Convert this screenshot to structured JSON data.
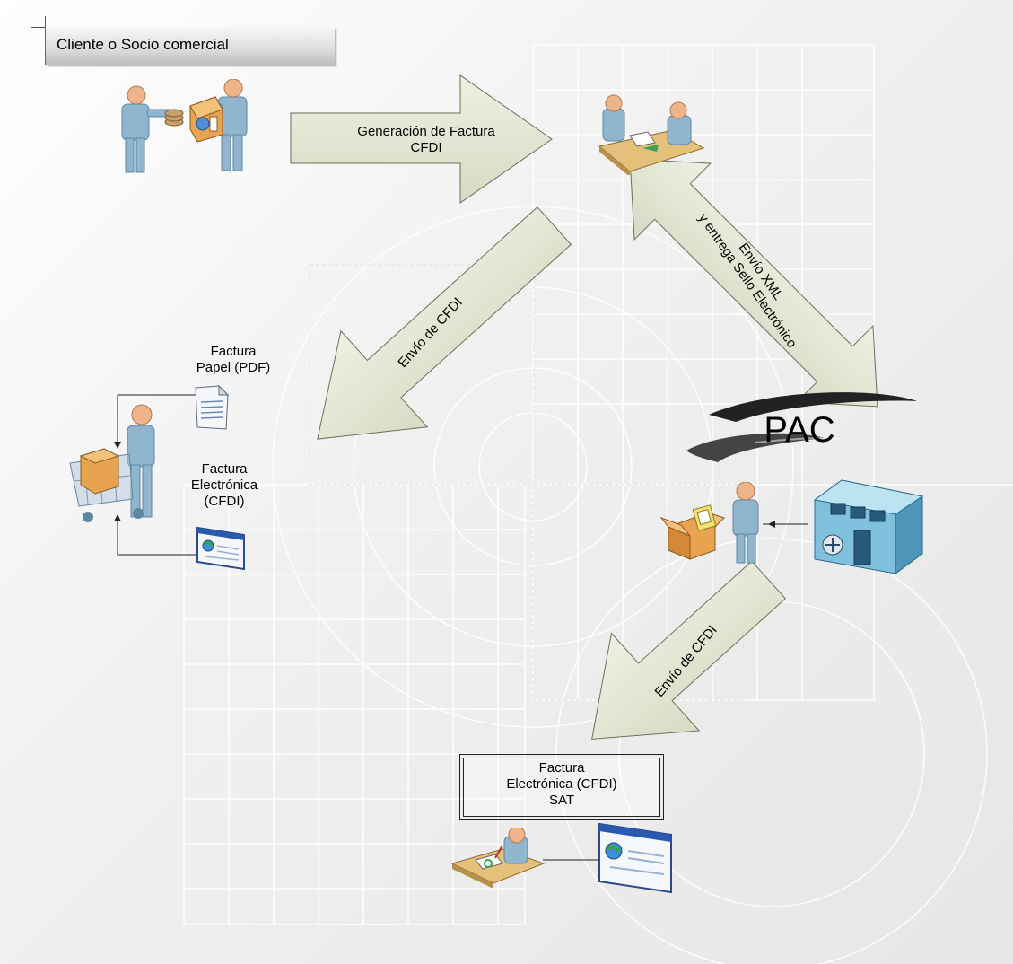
{
  "header": {
    "title": "Cliente o Socio comercial"
  },
  "arrows": {
    "generacion_line1": "Generación de Factura",
    "generacion_line2": "CFDI",
    "envio_cfdi_left": "Envío de CFDI",
    "envio_xml_line1": "Envío XML",
    "envio_xml_line2": "y entrega Sello Electrónico",
    "envio_cfdi_bottom": "Envío de CFDI"
  },
  "labels": {
    "factura_papel_line1": "Factura",
    "factura_papel_line2": "Papel (PDF)",
    "factura_elec_line1": "Factura",
    "factura_elec_line2": "Electrónica",
    "factura_elec_line3": "(CFDI)",
    "pac": "PAC",
    "sat_line1": "Factura",
    "sat_line2": "Electrónica (CFDI)",
    "sat_line3": "SAT"
  },
  "icons": {
    "client_supplier": "people-exchange-icon",
    "meeting": "desk-meeting-icon",
    "shopper": "shopper-cart-icon",
    "paper_doc": "document-icon",
    "electronic_doc": "web-window-icon",
    "pac_swirl": "swirl-icon",
    "courier": "package-courier-icon",
    "building": "building-icon",
    "sat_worker": "desk-worker-icon",
    "sat_window": "web-window-icon"
  },
  "colors": {
    "arrow_fill": "#e3e6d4",
    "arrow_stroke": "#6b6f5a",
    "figure": "#8fb5cf",
    "skin": "#f0b48a",
    "box": "#e8a350",
    "building": "#7fc1dc"
  }
}
